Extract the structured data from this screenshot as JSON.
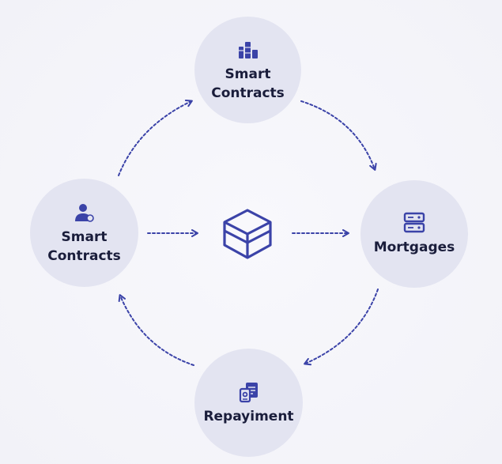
{
  "colors": {
    "accent": "#3b43a8",
    "node_fill": "#e3e4f1",
    "text": "#1a1d3b",
    "background": "#f4f4fa"
  },
  "nodes": {
    "top": {
      "label": "Smart\nContracts",
      "icon": "stacked-blocks-icon"
    },
    "left": {
      "label": "Smart\nContracts",
      "icon": "user-icon"
    },
    "right": {
      "label": "Mortgages",
      "icon": "server-icon"
    },
    "bottom": {
      "label": "Repayiment",
      "icon": "documents-icon"
    }
  },
  "center": {
    "icon": "cube-icon"
  }
}
